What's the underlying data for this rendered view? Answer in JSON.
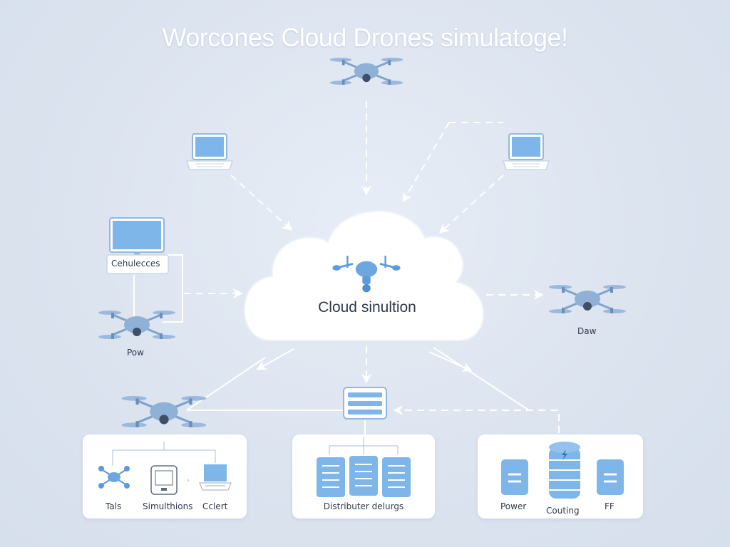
{
  "title": "Worcones Cloud Drones simulatoge!",
  "cloud": {
    "label": "Cloud sinultion",
    "icon": "drone-icon"
  },
  "left_workstation": {
    "label": "Cehulecces",
    "icon": "monitor-icon"
  },
  "left_drone": {
    "label": "Pow",
    "icon": "drone-icon"
  },
  "right_drone": {
    "label": "Daw",
    "icon": "drone-icon"
  },
  "laptops": [
    {
      "icon": "laptop-icon"
    },
    {
      "icon": "laptop-icon"
    }
  ],
  "server": {
    "icon": "server-rack-icon"
  },
  "panels": {
    "left": {
      "items": [
        {
          "label": "Tals",
          "icon": "drone-icon"
        },
        {
          "label": "Simulthions",
          "icon": "tablet-icon"
        },
        {
          "label": "Cclert",
          "icon": "laptop-icon"
        }
      ]
    },
    "center": {
      "label": "Distributer delurgs",
      "icon": "server-icon"
    },
    "right": {
      "items": [
        {
          "label": "Power",
          "icon": "server-icon"
        },
        {
          "label": "Couting",
          "icon": "database-icon"
        },
        {
          "label": "FF",
          "icon": "server-icon"
        }
      ]
    }
  },
  "colors": {
    "background": "#dde5f1",
    "accent_blue": "#7fb6ea",
    "icon_blue": "#5b9bdb",
    "drone_body": "#8fb1d6",
    "connector": "#ffffff",
    "text": "#2f3a4a"
  }
}
